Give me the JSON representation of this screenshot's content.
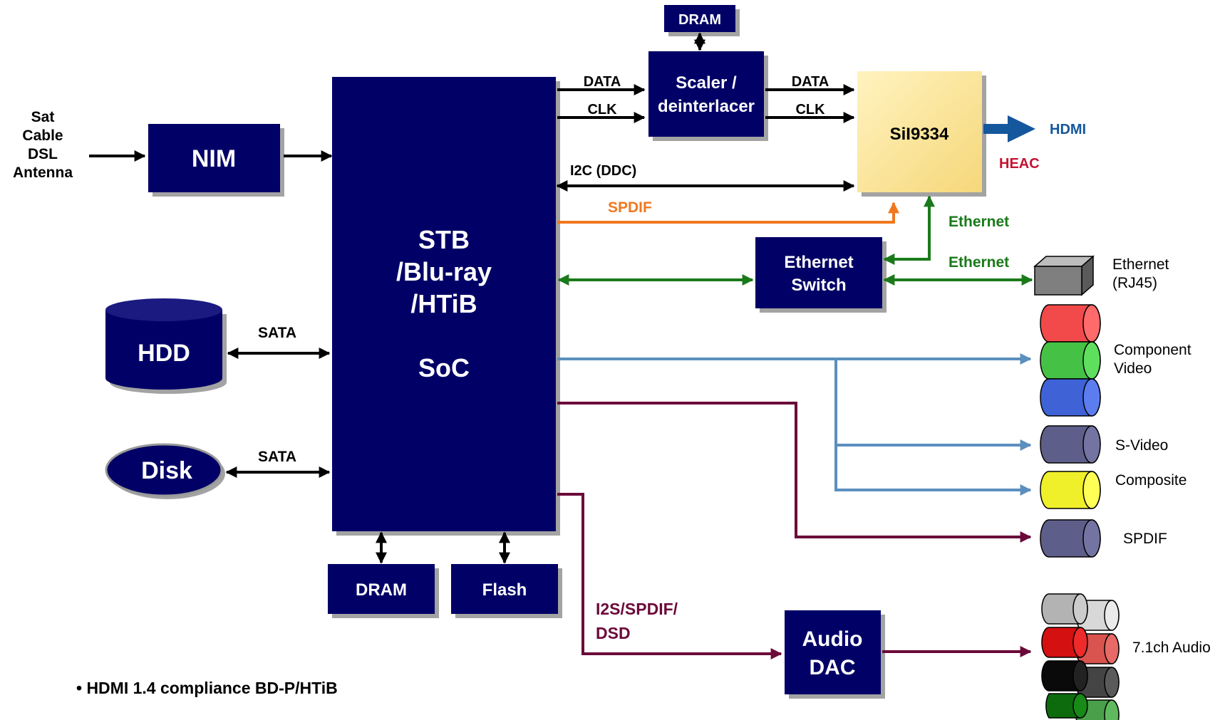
{
  "sources": [
    "Sat",
    "Cable",
    "DSL",
    "Antenna"
  ],
  "blocks": {
    "nim": "NIM",
    "soc": [
      "STB",
      "/Blu-ray",
      "/HTiB",
      "",
      "SoC"
    ],
    "hdd": "HDD",
    "disk": "Disk",
    "dram_top": "DRAM",
    "scaler": [
      "Scaler /",
      "deinterlacer"
    ],
    "sil": "SiI9334",
    "eth_switch": [
      "Ethernet",
      "Switch"
    ],
    "dram_bottom": "DRAM",
    "flash": "Flash",
    "audio_dac": [
      "Audio",
      "DAC"
    ]
  },
  "signals": {
    "data1": "DATA",
    "clk1": "CLK",
    "data2": "DATA",
    "clk2": "CLK",
    "i2c": "I2C (DDC)",
    "spdif": "SPDIF",
    "ethernet_up": "Ethernet",
    "ethernet_right": "Ethernet",
    "sata1": "SATA",
    "sata2": "SATA",
    "i2s": [
      "I2S/SPDIF/",
      "DSD"
    ],
    "hdmi": "HDMI",
    "heac": "HEAC"
  },
  "outputs": {
    "ethernet": [
      "Ethernet",
      "(RJ45)"
    ],
    "component": [
      "Component",
      "Video"
    ],
    "svideo": "S-Video",
    "composite": "Composite",
    "spdif": "SPDIF",
    "audio71": "7.1ch Audio"
  },
  "footnote": "• HDMI 1.4 compliance BD-P/HTiB",
  "colors": {
    "block": "#000066",
    "spdif_line": "#f07820",
    "ethernet_line": "#1a7a1a",
    "video_line": "#5b8fbe",
    "audio_line": "#6b0a3a",
    "hdmi_arrow": "#14579c",
    "heac_text": "#c41230"
  }
}
